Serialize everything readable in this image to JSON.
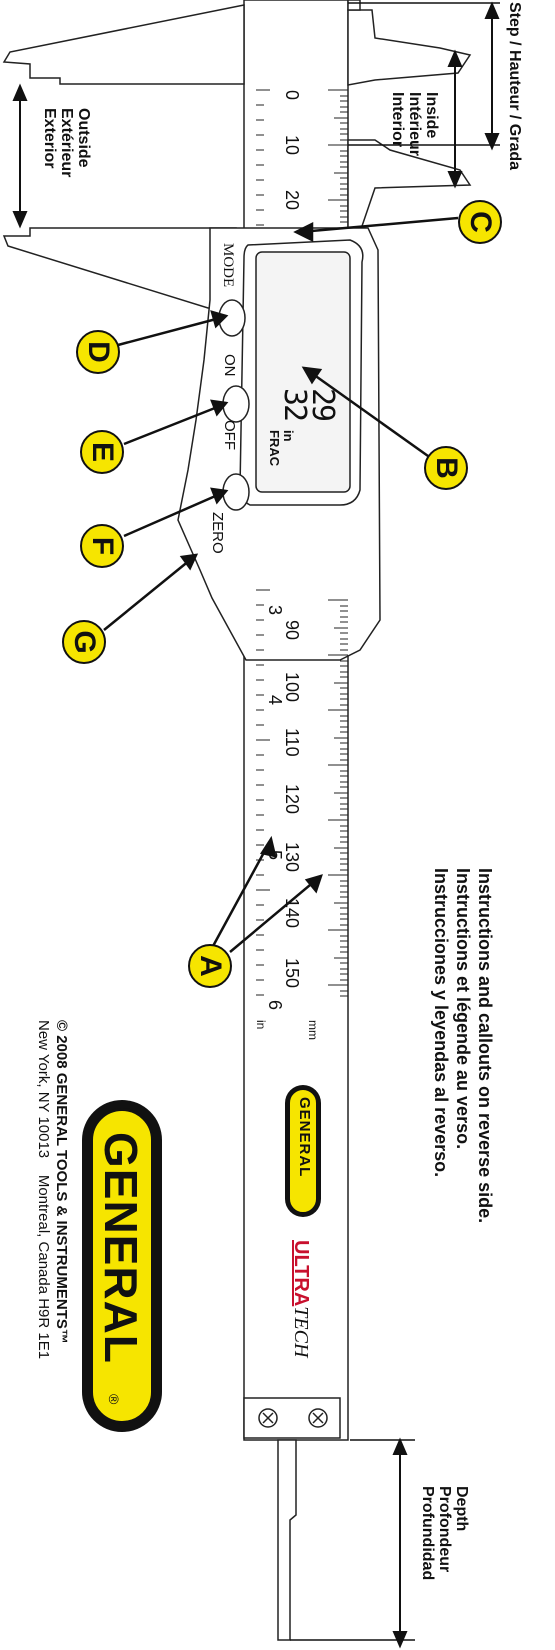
{
  "labels": {
    "outside": [
      "Outside",
      "Extérieur",
      "Exterior"
    ],
    "inside": [
      "Inside",
      "Intérieur",
      "Interior"
    ],
    "step": "Step / Hauteur / Grada",
    "depth": [
      "Depth",
      "Profondeur",
      "Profundidad"
    ]
  },
  "callouts": [
    "A",
    "B",
    "C",
    "D",
    "E",
    "F",
    "G"
  ],
  "buttons": {
    "mode": "MODE",
    "on": "ON",
    "off": "OFF",
    "zero": "ZERO"
  },
  "display": {
    "value_top": "29",
    "value_bottom": "32",
    "unit": "in",
    "mode": "FRAC"
  },
  "scale": {
    "mm_labels": [
      "0",
      "10",
      "20",
      "90",
      "100",
      "110",
      "120",
      "130",
      "140",
      "150"
    ],
    "inch_labels": [
      "3",
      "4",
      "5",
      "6"
    ],
    "mm_unit": "mm",
    "in_unit": "in"
  },
  "instructions": [
    "Instructions and callouts on reverse side.",
    "Instructions et légende au verso.",
    "Instrucciones y leyendas al reverso."
  ],
  "brand": {
    "small_logo": "GENERAL",
    "ultra": "ULTRA",
    "tech": "TECH",
    "big_logo": "GENERAL",
    "registered": "®"
  },
  "copyright": {
    "line1": "© 2008 GENERAL TOOLS & INSTRUMENTS™",
    "line2": "New York, NY 10013    Montreal, Canada H9R 1E1"
  },
  "colors": {
    "callout": "#f6e500",
    "outline": "#111111",
    "brand_red": "#c8102e"
  }
}
